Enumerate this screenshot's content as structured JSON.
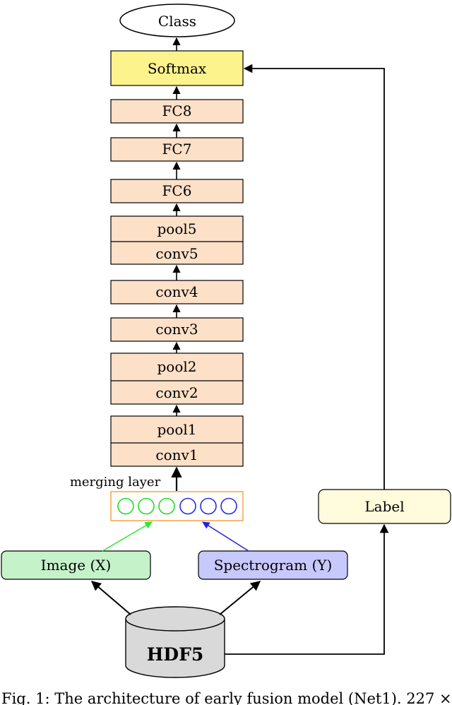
{
  "diagram": {
    "output_label": "Class",
    "softmax_label": "Softmax",
    "layers": {
      "fc8": "FC8",
      "fc7": "FC7",
      "fc6": "FC6",
      "pool5": "pool5",
      "conv5": "conv5",
      "conv4": "conv4",
      "conv3": "conv3",
      "pool2": "pool2",
      "conv2": "conv2",
      "pool1": "pool1",
      "conv1": "conv1"
    },
    "merging_layer_label": "merging layer",
    "image_input_label": "Image (X)",
    "spectrogram_input_label": "Spectrogram (Y)",
    "label_box": "Label",
    "database_label": "HDF5",
    "caption": "Fig. 1: The architecture of early fusion model (Net1). 227 ×"
  },
  "colors": {
    "layer_fill": "#fce0c8",
    "softmax_fill": "#fdf38d",
    "image_fill": "#c6f2c9",
    "spectrogram_fill": "#c7c8fb",
    "label_fill": "#fffbdc",
    "database_fill": "#d9d9d9",
    "merge_border": "#f29e3d",
    "image_neuron": "#22dd22",
    "spectrogram_neuron": "#2a2ae0",
    "image_arrow": "#33e633",
    "spectrogram_arrow": "#2222dd"
  }
}
